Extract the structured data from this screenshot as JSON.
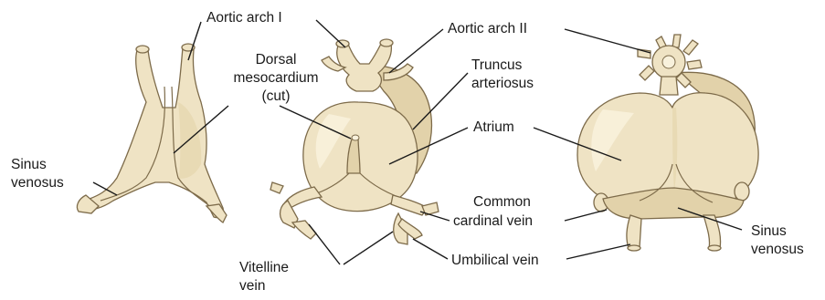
{
  "labels": {
    "aortic_arch_1": "Aortic arch I",
    "aortic_arch_2": "Aortic arch II",
    "dorsal_mesocardium_line1": "Dorsal",
    "dorsal_mesocardium_line2": "mesocardium",
    "dorsal_mesocardium_line3": "(cut)",
    "truncus_line1": "Truncus",
    "truncus_line2": "arteriosus",
    "atrium": "Atrium",
    "sinus_venosus_left_line1": "Sinus",
    "sinus_venosus_left_line2": "venosus",
    "common_cardinal_line1": "Common",
    "common_cardinal_line2": "cardinal vein",
    "sinus_venosus_right_line1": "Sinus",
    "sinus_venosus_right_line2": "venosus",
    "umbilical_vein": "Umbilical vein",
    "vitelline_line1": "Vitelline",
    "vitelline_line2": "vein"
  },
  "colors": {
    "tissue": "#efe3c4",
    "outline": "#7d6b4a",
    "leader": "#1a1a1a"
  }
}
